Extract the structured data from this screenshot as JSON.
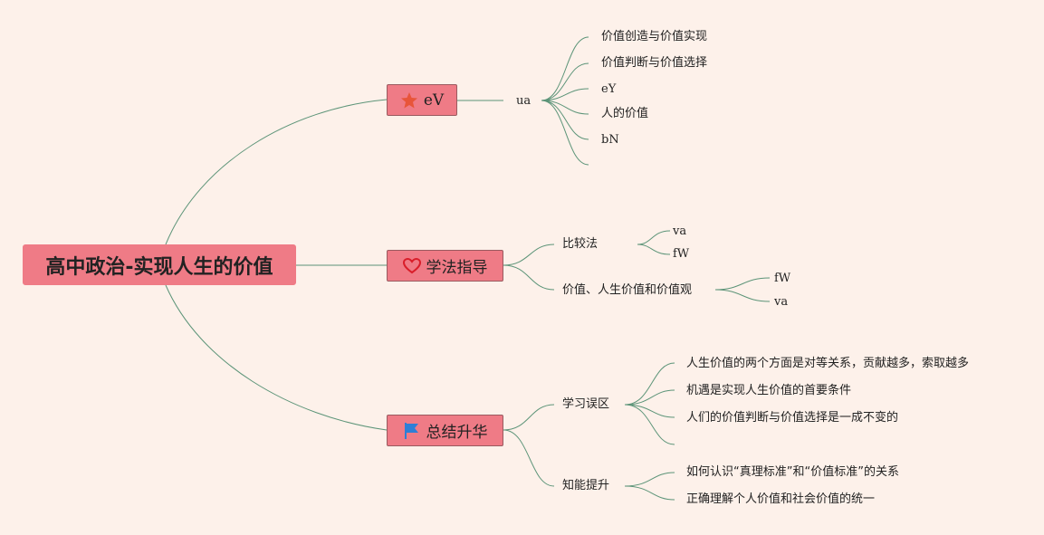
{
  "root": {
    "title": "高中政治-实现人生的价值"
  },
  "branches": [
    {
      "label": "eV",
      "icon": "star-icon",
      "child": "ua",
      "leaves": [
        "价值创造与价值实现",
        "价值判断与价值选择",
        "eY",
        "人的价值",
        "bN"
      ]
    },
    {
      "label": "学法指导",
      "icon": "heart-icon",
      "groups": [
        {
          "label": "比较法",
          "leaves": [
            "va",
            "fW"
          ]
        },
        {
          "label": "价值、人生价值和价值观",
          "leaves": [
            "fW",
            "va"
          ]
        }
      ]
    },
    {
      "label": "总结升华",
      "icon": "flag-icon",
      "groups": [
        {
          "label": "学习误区",
          "leaves": [
            "人生价值的两个方面是对等关系，贡献越多，索取越多",
            "机遇是实现人生价值的首要条件",
            "人们的价值判断与价值选择是一成不变的"
          ]
        },
        {
          "label": "知能提升",
          "leaves": [
            "如何认识“真理标准”和“价值标准”的关系",
            "正确理解个人价值和社会价值的统一"
          ]
        }
      ]
    }
  ],
  "colors": {
    "background": "#fdf1ea",
    "node": "#ef7b86",
    "line": "#5c9478",
    "star": "#e8553a",
    "heart": "#d91e2a",
    "flag": "#2e7fd6"
  }
}
